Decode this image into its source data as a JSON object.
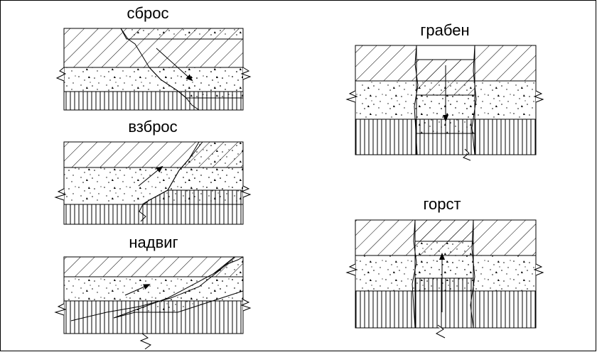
{
  "labels": {
    "sbros": "сброс",
    "vzbros": "взброс",
    "nadvig": "надвиг",
    "graben": "грабен",
    "gorst": "горст"
  },
  "colors": {
    "stroke": "#000000",
    "background": "#ffffff"
  }
}
